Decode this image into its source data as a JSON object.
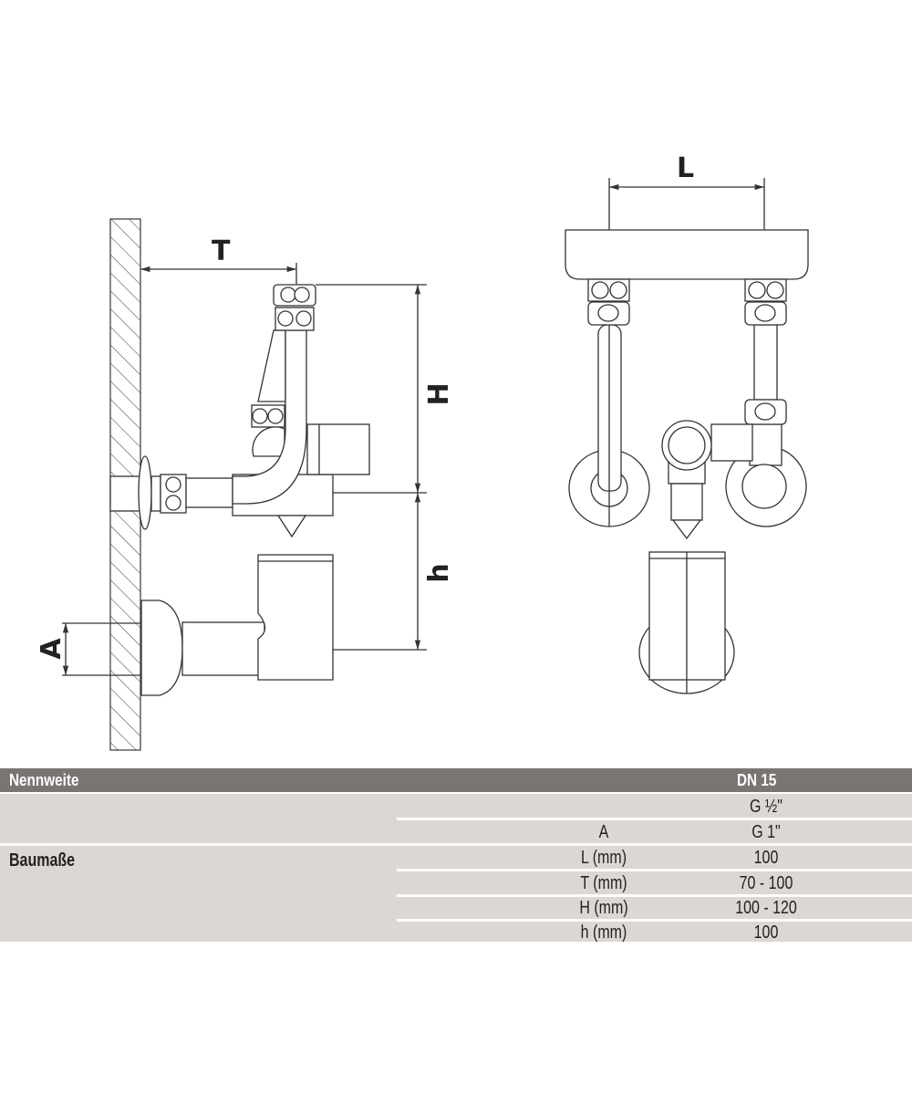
{
  "drawing": {
    "dimensions": {
      "T": "T",
      "H": "H",
      "h": "h",
      "A": "A",
      "L": "L"
    }
  },
  "table": {
    "header": {
      "label": "Nennweite",
      "value": "DN 15"
    },
    "group_label": "Baumaße",
    "rows": [
      {
        "param": "",
        "value": "G ½\""
      },
      {
        "param": "A",
        "value": "G 1\""
      },
      {
        "param": "L (mm)",
        "value": "100"
      },
      {
        "param": "T (mm)",
        "value": "70 - 100"
      },
      {
        "param": "H (mm)",
        "value": "100 - 120"
      },
      {
        "param": "h (mm)",
        "value": "100"
      }
    ]
  }
}
